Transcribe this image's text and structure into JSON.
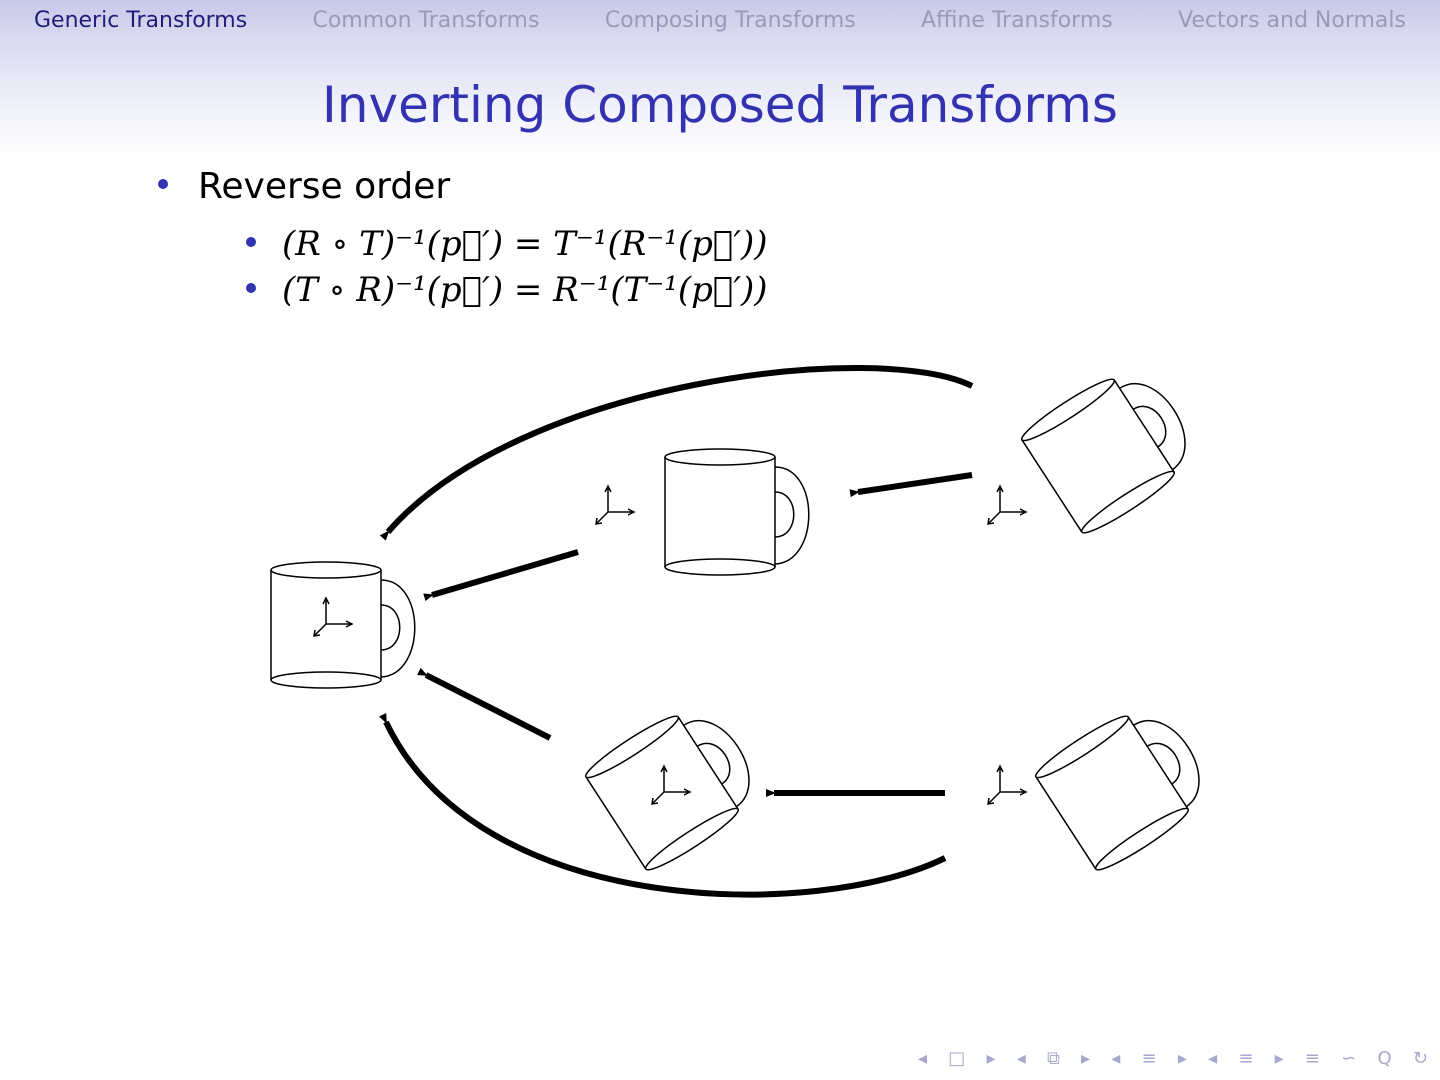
{
  "nav": {
    "sections": [
      "Generic Transforms",
      "Common Transforms",
      "Composing Transforms",
      "Affine Transforms",
      "Vectors and Normals"
    ],
    "active_index": 0
  },
  "slide": {
    "title": "Inverting Composed Transforms",
    "bullet": "Reverse order",
    "formulas": [
      "(R ∘ T)⁻¹(p⃗′) = T⁻¹(R⁻¹(p⃗′))",
      "(T ∘ R)⁻¹(p⃗′) = R⁻¹(T⁻¹(p⃗′))"
    ]
  },
  "beamer_controls": {
    "symbols": [
      "◂",
      "□",
      "▸",
      "◂",
      "⧉",
      "▸",
      "◂",
      "≡",
      "▸",
      "◂",
      "≡",
      "▸",
      "≡",
      "∽",
      "Q",
      "↻"
    ]
  },
  "colors": {
    "title": "#3333b2",
    "nav_active": "#1f1f7a",
    "nav_inactive": "#9a9ab8",
    "bullet": "#3333b2"
  }
}
